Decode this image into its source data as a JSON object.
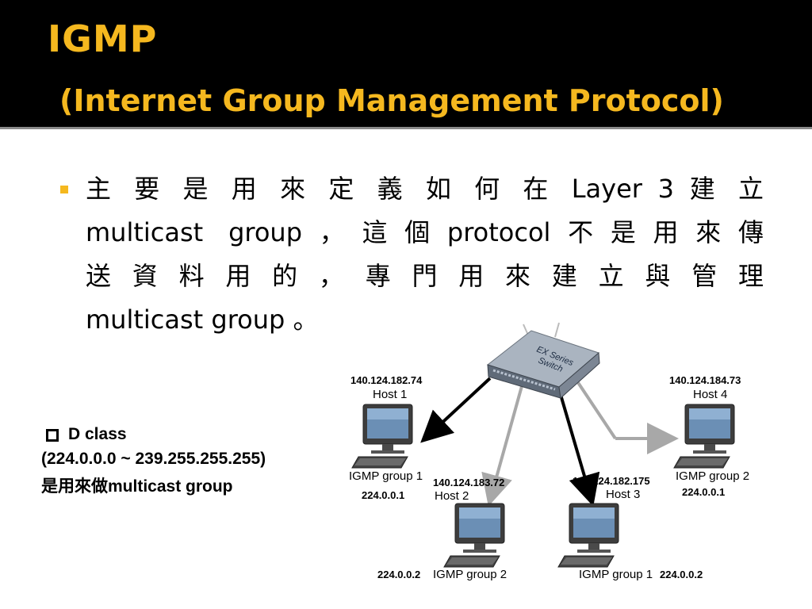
{
  "slide": {
    "title": "IGMP",
    "subtitle": "(Internet Group Management Protocol)"
  },
  "bullet": {
    "lines": [
      "主 要 是 用 來 定 義 如 何 在 Layer  3 建 立",
      "multicast  group，這個protocol不是用來傳",
      "送 資 料 用 的 ， 專 門 用 來 建 立 與 管 理",
      "multicast  group 。"
    ]
  },
  "note": {
    "title": "D class",
    "range": "(224.0.0.0 ~ 239.255.255.255)",
    "description": "是用來做multicast group"
  },
  "diagram": {
    "switch": {
      "line1": "EX Series",
      "line2": "Switch"
    },
    "hosts": [
      {
        "ip": "140.124.182.74",
        "name": "Host 1",
        "group": "IGMP group 1",
        "address": "224.0.0.1"
      },
      {
        "ip": "140.124.183.72",
        "name": "Host 2",
        "group": "IGMP group 2",
        "address": "224.0.0.2"
      },
      {
        "ip": "140.124.182.175",
        "name": "Host 3",
        "group": "IGMP group 1",
        "address": "224.0.0.2"
      },
      {
        "ip": "140.124.184.73",
        "name": "Host 4",
        "group": "IGMP group 2",
        "address": "224.0.0.1"
      }
    ]
  },
  "colors": {
    "header_bg": "#000000",
    "title": "#f5b81f",
    "bullet": "#f5b81f",
    "arrow_dark": "#000000",
    "arrow_light": "#a8a8a8"
  }
}
